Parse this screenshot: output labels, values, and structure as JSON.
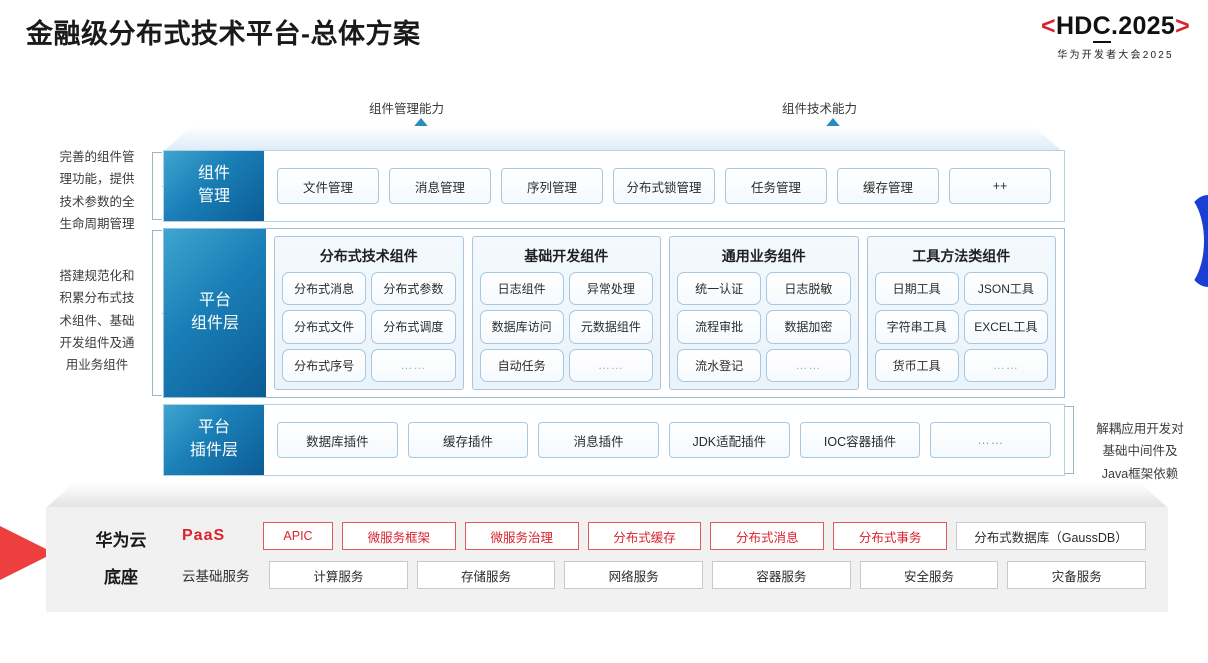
{
  "header": {
    "title": "金融级分布式技术平台-总体方案",
    "logo_bracket_left": "<",
    "logo_main_a": "HD",
    "logo_main_c": "C",
    "logo_main_b": ".2025",
    "logo_bracket_right": ">",
    "logo_sub": "华为开发者大会2025"
  },
  "arrows": [
    {
      "label": "组件管理能力"
    },
    {
      "label": "组件技术能力"
    }
  ],
  "side_notes": {
    "left_top": "完善的组件管\n理功能，提供\n技术参数的全\n生命周期管理",
    "left_top_lines": [
      "完善的组件管",
      "理功能，提供",
      "技术参数的全",
      "生命周期管理"
    ],
    "left_mid_lines": [
      "搭建规范化和",
      "积累分布式技",
      "术组件、基础",
      "开发组件及通",
      "用业务组件"
    ],
    "right_lines": [
      "解耦应用开发对",
      "基础中间件及",
      "Java框架依赖"
    ]
  },
  "rows": {
    "manage": {
      "label_lines": [
        "组件",
        "管理"
      ],
      "items": [
        "文件管理",
        "消息管理",
        "序列管理",
        "分布式锁管理",
        "任务管理",
        "缓存管理",
        "++"
      ]
    },
    "platform": {
      "label_lines": [
        "平台",
        "组件层"
      ],
      "groups": [
        {
          "title": "分布式技术组件",
          "cells": [
            "分布式消息",
            "分布式参数",
            "分布式文件",
            "分布式调度",
            "分布式序号",
            "……"
          ]
        },
        {
          "title": "基础开发组件",
          "cells": [
            "日志组件",
            "异常处理",
            "数据库访问",
            "元数据组件",
            "自动任务",
            "……"
          ]
        },
        {
          "title": "通用业务组件",
          "cells": [
            "统一认证",
            "日志脱敏",
            "流程审批",
            "数据加密",
            "流水登记",
            "……"
          ]
        },
        {
          "title": "工具方法类组件",
          "cells": [
            "日期工具",
            "JSON工具",
            "字符串工具",
            "EXCEL工具",
            "货币工具",
            "……"
          ]
        }
      ]
    },
    "plugin": {
      "label_lines": [
        "平台",
        "插件层"
      ],
      "items": [
        "数据库插件",
        "缓存插件",
        "消息插件",
        "JDK适配插件",
        "IOC容器插件",
        "……"
      ]
    }
  },
  "base": {
    "title_lines": [
      "华为云",
      "底座"
    ],
    "paas_label": "PaaS",
    "paas_items": [
      {
        "text": "APIC",
        "style": "red"
      },
      {
        "text": "微服务框架",
        "style": "red"
      },
      {
        "text": "微服务治理",
        "style": "red"
      },
      {
        "text": "分布式缓存",
        "style": "red"
      },
      {
        "text": "分布式消息",
        "style": "red"
      },
      {
        "text": "分布式事务",
        "style": "red"
      },
      {
        "text": "分布式数据库（GaussDB）",
        "style": "gray"
      }
    ],
    "cloud_label": "云基础服务",
    "cloud_items": [
      "计算服务",
      "存储服务",
      "网络服务",
      "容器服务",
      "安全服务",
      "灾备服务"
    ]
  },
  "colors": {
    "brand_red": "#d9232e",
    "blue_deep": "#0c5c95",
    "blue_light": "#3ea6cf",
    "accent_blue": "#1b3fd4"
  }
}
